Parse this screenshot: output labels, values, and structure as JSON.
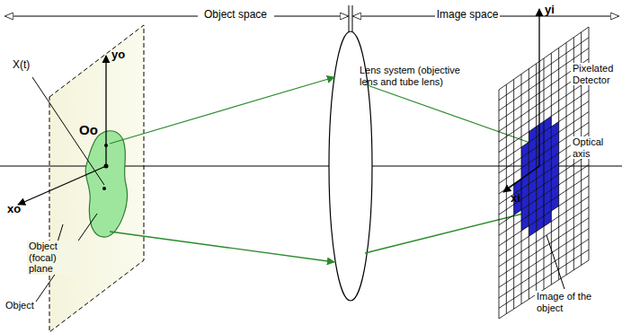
{
  "diagram": {
    "labels": [
      "Object space",
      "Image space",
      "X(t)",
      "yo",
      "Oo",
      "xo",
      "Object (focal) plane",
      "Object",
      "Lens system (objective lens and tube lens)",
      "yi",
      "Pixelated Detector",
      "Optical axis",
      "xi",
      "Image of the object"
    ]
  }
}
